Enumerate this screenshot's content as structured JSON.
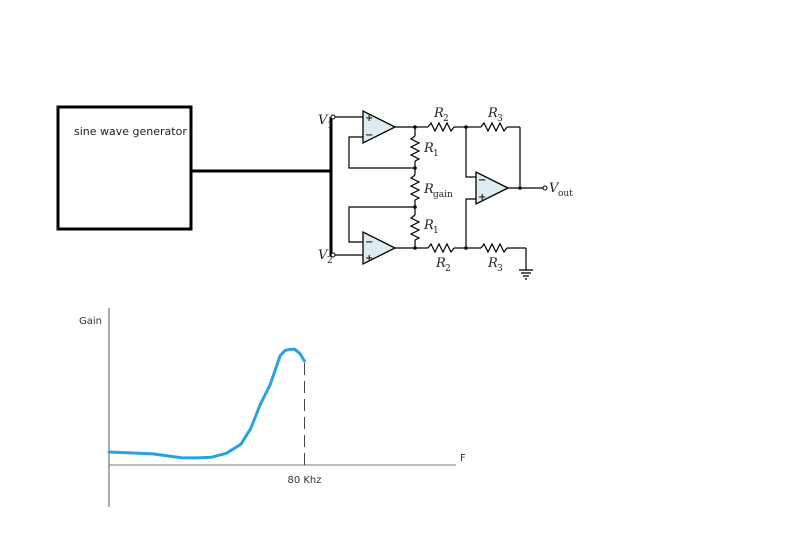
{
  "generator": {
    "label": "sine wave generator"
  },
  "circuit": {
    "inputs": [
      {
        "symbol": "V",
        "subscript": "1"
      },
      {
        "symbol": "V",
        "subscript": "2"
      }
    ],
    "output": {
      "symbol": "V",
      "subscript": "out"
    },
    "resistors": {
      "r2_top": {
        "symbol": "R",
        "subscript": "2"
      },
      "r3_top": {
        "symbol": "R",
        "subscript": "3"
      },
      "r1_top": {
        "symbol": "R",
        "subscript": "1"
      },
      "rgain": {
        "symbol": "R",
        "subscript": "gain"
      },
      "r1_bottom": {
        "symbol": "R",
        "subscript": "1"
      },
      "r2_bottom": {
        "symbol": "R",
        "subscript": "2"
      },
      "r3_bottom": {
        "symbol": "R",
        "subscript": "3"
      }
    },
    "pins": {
      "plus": "+",
      "minus": "−"
    },
    "colors": {
      "opamp_fill": "#dcecf0",
      "wire": "#111111"
    }
  },
  "chart_data": {
    "type": "line",
    "title": "",
    "xlabel": "F",
    "ylabel": "Gain",
    "marker_label": "80 Khz",
    "marker_x": 80,
    "xlim": [
      0,
      142
    ],
    "ylim": [
      -20,
      100
    ],
    "grid": false,
    "color": "#29a3e0",
    "series": [
      {
        "name": "gain",
        "x": [
          0,
          6,
          12,
          18,
          24,
          30,
          36,
          42,
          48,
          54,
          58,
          62,
          66,
          70,
          72,
          74,
          76,
          78,
          80
        ],
        "y": [
          10,
          9.5,
          9,
          8.5,
          7,
          5.5,
          5.5,
          6,
          9,
          16,
          28,
          47,
          62,
          84,
          88,
          89,
          89,
          86,
          80
        ]
      }
    ]
  }
}
